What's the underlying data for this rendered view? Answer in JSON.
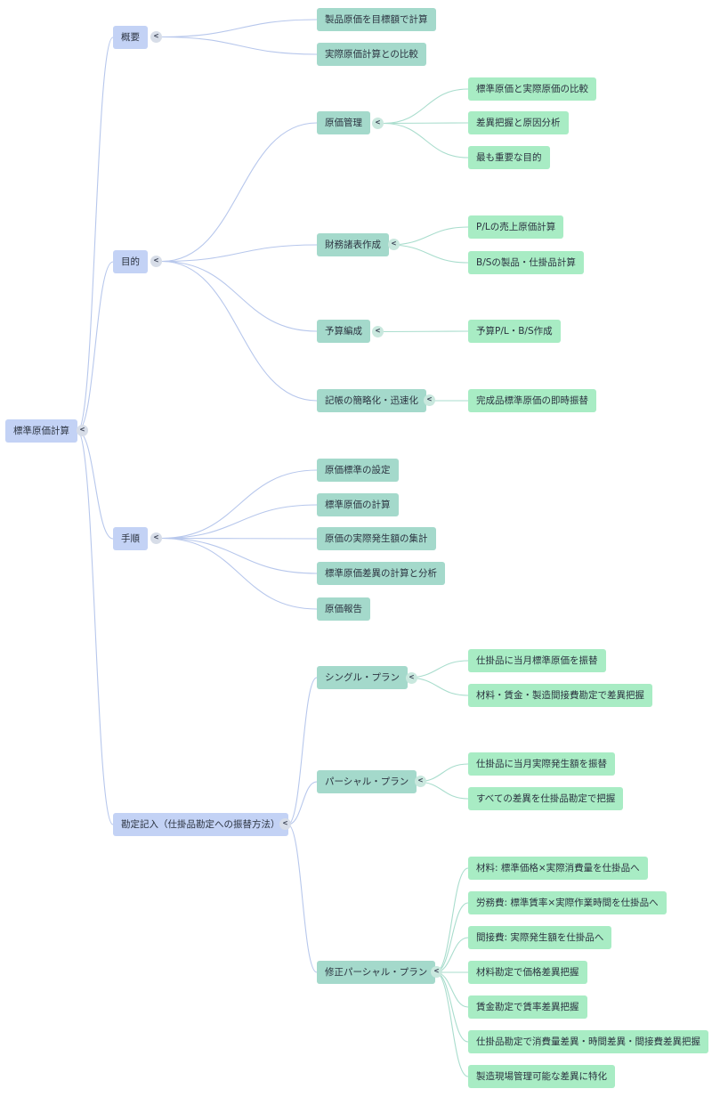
{
  "colors": {
    "root_fill": "#c3d2f5",
    "level1_fill": "#c3d2f5",
    "level2_fill": "#a4d9cb",
    "level3_fill": "#a8ecc4",
    "edge_level1": "#b7c7ec",
    "edge_level2": "#a9ddcd"
  },
  "toggle_icon": "<",
  "root": {
    "label": "標準原価計算",
    "children": [
      {
        "label": "概要",
        "children": [
          {
            "label": "製品原価を目標額で計算"
          },
          {
            "label": "実際原価計算との比較"
          }
        ]
      },
      {
        "label": "目的",
        "children": [
          {
            "label": "原価管理",
            "children": [
              {
                "label": "標準原価と実際原価の比較"
              },
              {
                "label": "差異把握と原因分析"
              },
              {
                "label": "最も重要な目的"
              }
            ]
          },
          {
            "label": "財務諸表作成",
            "children": [
              {
                "label": "P/Lの売上原価計算"
              },
              {
                "label": "B/Sの製品・仕掛品計算"
              }
            ]
          },
          {
            "label": "予算編成",
            "children": [
              {
                "label": "予算P/L・B/S作成"
              }
            ]
          },
          {
            "label": "記帳の簡略化・迅速化",
            "children": [
              {
                "label": "完成品標準原価の即時振替"
              }
            ]
          }
        ]
      },
      {
        "label": "手順",
        "children": [
          {
            "label": "原価標準の設定"
          },
          {
            "label": "標準原価の計算"
          },
          {
            "label": "原価の実際発生額の集計"
          },
          {
            "label": "標準原価差異の計算と分析"
          },
          {
            "label": "原価報告"
          }
        ]
      },
      {
        "label": "勘定記入（仕掛品勘定への振替方法）",
        "children": [
          {
            "label": "シングル・プラン",
            "children": [
              {
                "label": "仕掛品に当月標準原価を振替"
              },
              {
                "label": "材料・賃金・製造間接費勘定で差異把握"
              }
            ]
          },
          {
            "label": "パーシャル・プラン",
            "children": [
              {
                "label": "仕掛品に当月実際発生額を振替"
              },
              {
                "label": "すべての差異を仕掛品勘定で把握"
              }
            ]
          },
          {
            "label": "修正パーシャル・プラン",
            "children": [
              {
                "label": "材料: 標準価格×実際消費量を仕掛品へ"
              },
              {
                "label": "労務費: 標準賃率×実際作業時間を仕掛品へ"
              },
              {
                "label": "間接費: 実際発生額を仕掛品へ"
              },
              {
                "label": "材料勘定で価格差異把握"
              },
              {
                "label": "賃金勘定で賃率差異把握"
              },
              {
                "label": "仕掛品勘定で消費量差異・時間差異・間接費差異把握"
              },
              {
                "label": "製造現場管理可能な差異に特化"
              }
            ]
          }
        ]
      }
    ]
  }
}
